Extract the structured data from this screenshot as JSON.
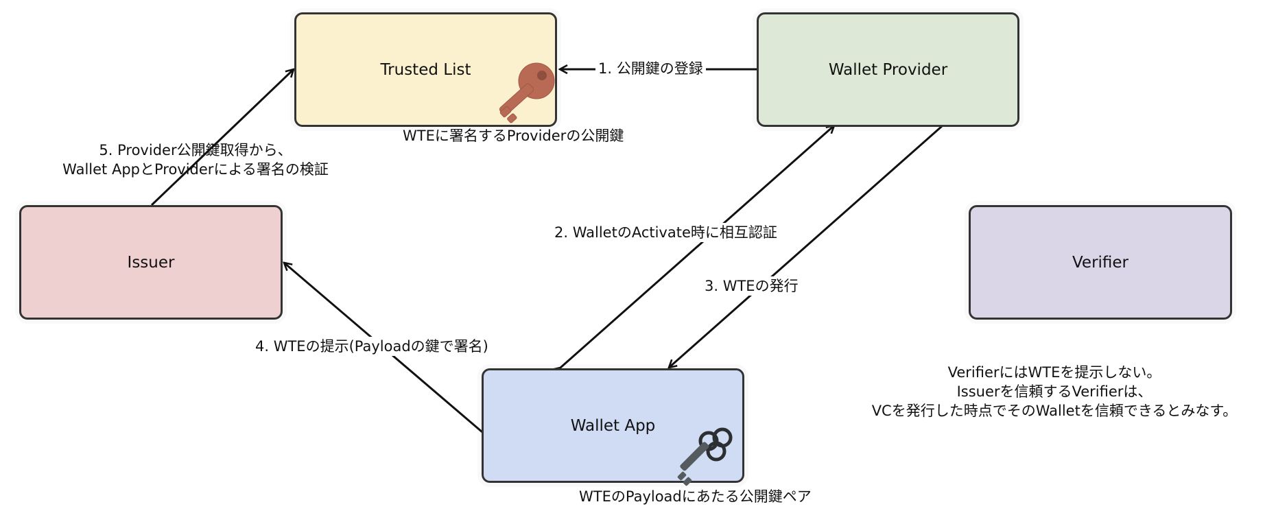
{
  "nodes": {
    "trusted_list": {
      "label": "Trusted List",
      "color": "#fbf1cf"
    },
    "wallet_provider": {
      "label": "Wallet Provider",
      "color": "#dde8d6"
    },
    "issuer": {
      "label": "Issuer",
      "color": "#efd0d0"
    },
    "verifier": {
      "label": "Verifier",
      "color": "#dad6e8"
    },
    "wallet_app": {
      "label": "Wallet App",
      "color": "#cfdcf3"
    }
  },
  "edges": {
    "e1": "1. 公開鍵の登録",
    "e2": "2. WalletのActivate時に相互認証",
    "e3": "3. WTEの発行",
    "e4": "4. WTEの提示(Payloadの鍵で署名)",
    "e5_line1": "5. Provider公開鍵取得から、",
    "e5_line2": "Wallet AppとProviderによる署名の検証"
  },
  "notes": {
    "trusted_key": "WTEに署名するProviderの公開鍵",
    "wallet_key": "WTEのPayloadにあたる公開鍵ペア",
    "verifier_line1": "VerifierにはWTEを提示しない。",
    "verifier_line2": "Issuerを信頼するVerifierは、",
    "verifier_line3": "VCを発行した時点でそのWalletを信頼できるとみなす。"
  },
  "icons": {
    "trusted_key": "key-icon",
    "wallet_key": "keypair-icon"
  },
  "colors": {
    "stroke": "#333333",
    "key_brown": "#b86a55",
    "key_gray": "#555a5e"
  }
}
